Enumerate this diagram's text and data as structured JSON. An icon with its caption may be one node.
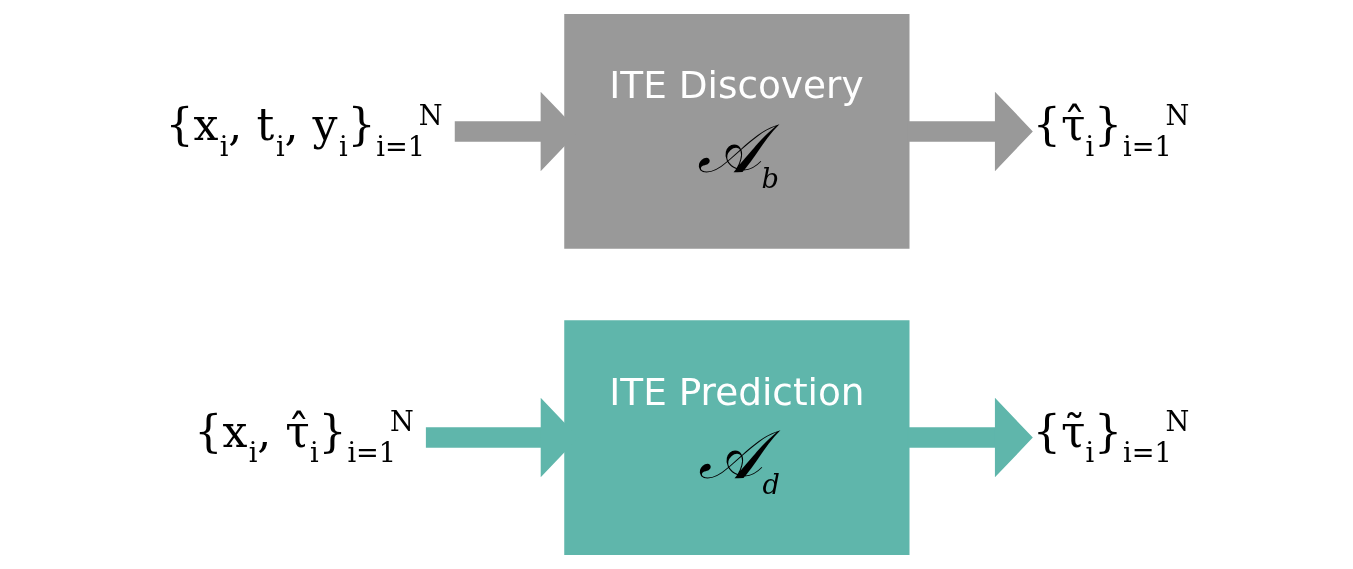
{
  "diagram": {
    "nodes": [
      {
        "text": [
          "{x$_{i}$, t$_{i}$, y$_{i}$}$_{i=1}$$^{N}$"
        ]
      },
      {
        "text": [
          "ITE Discovery",
          "𝒜$_{b}$"
        ]
      },
      {
        "text": [
          "{τ̂$_{i}$}$_{i=1}$$^{N}$"
        ]
      },
      {
        "text": [
          "{x$_{i}$, τ̂$_{i}$}$_{i=1}$$^{N}$"
        ]
      },
      {
        "text": [
          "ITE Prediction",
          "𝒜$_{d}$"
        ]
      },
      {
        "text": [
          "{τ̃$_{i}$}$_{i=1}$$^{N}$"
        ]
      }
    ],
    "edges": [
      {
        "from": 0,
        "to": 1,
        "arrow": "to",
        "color": "#999999"
      },
      {
        "from": 1,
        "to": 2,
        "arrow": "to",
        "color": "#999999"
      },
      {
        "from": 3,
        "to": 4,
        "arrow": "to",
        "color": "#5fb6ab"
      },
      {
        "from": 4,
        "to": 5,
        "arrow": "to",
        "color": "#5fb6ab"
      }
    ]
  }
}
